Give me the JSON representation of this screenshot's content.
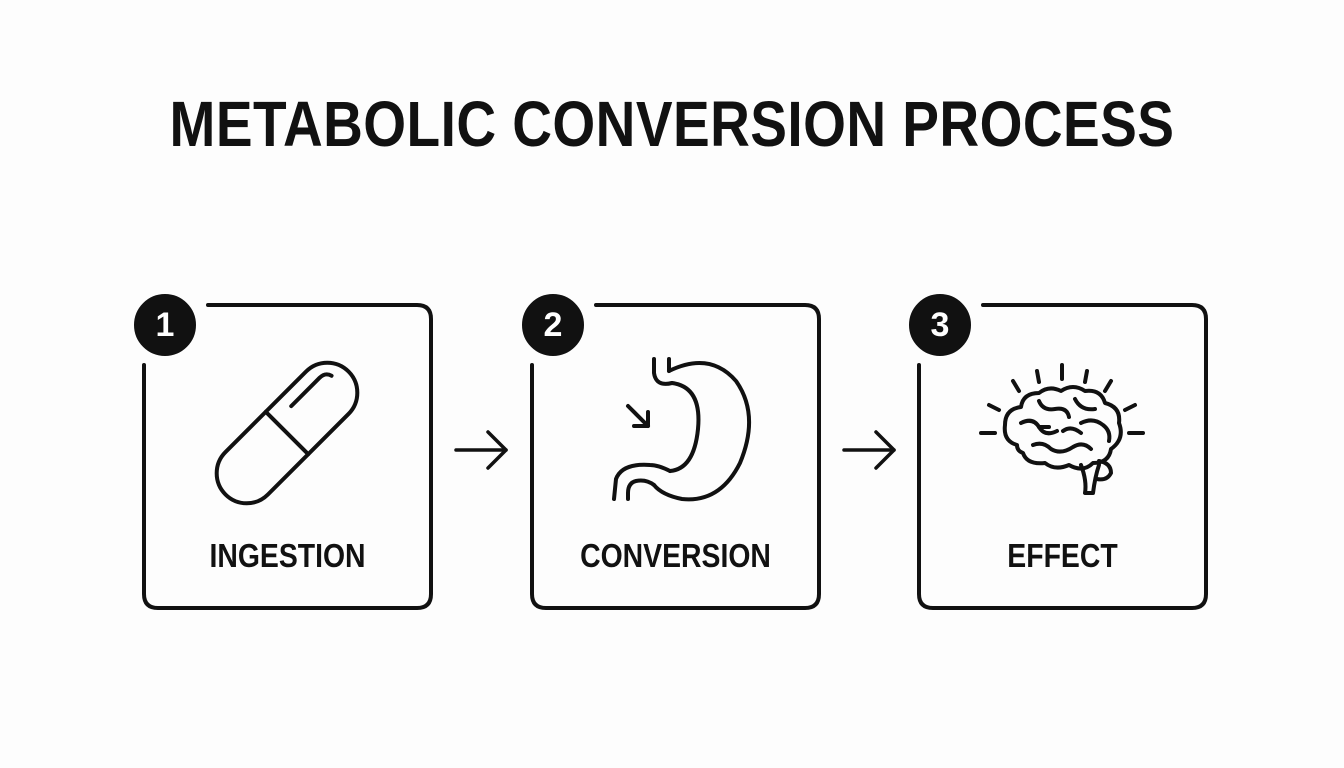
{
  "title": "METABOLIC CONVERSION PROCESS",
  "steps": [
    {
      "number": "1",
      "label": "INGESTION",
      "icon": "capsule-icon"
    },
    {
      "number": "2",
      "label": "CONVERSION",
      "icon": "stomach-icon"
    },
    {
      "number": "3",
      "label": "EFFECT",
      "icon": "brain-icon"
    }
  ],
  "connectors": [
    {
      "icon": "right-arrow-icon"
    },
    {
      "icon": "right-arrow-icon"
    }
  ],
  "colors": {
    "background": "#fdfdfd",
    "ink": "#111111",
    "badge_text": "#ffffff"
  }
}
